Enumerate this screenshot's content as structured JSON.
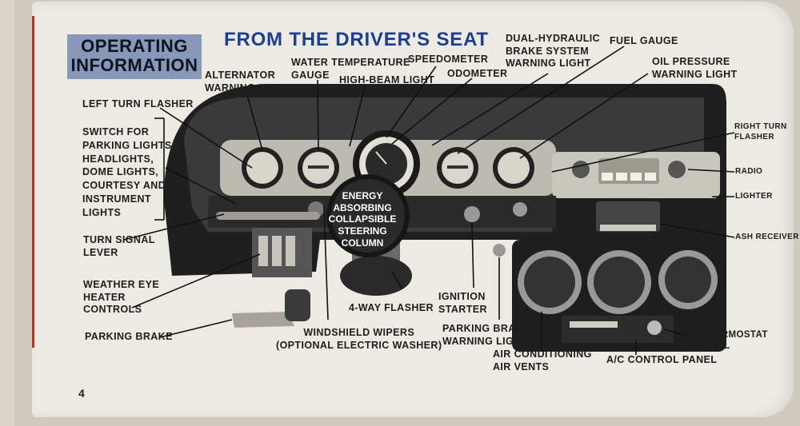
{
  "header": {
    "section_box": "OPERATING\nINFORMATION",
    "title": "FROM THE DRIVER'S SEAT",
    "page_number": "4"
  },
  "dashboard": {
    "steering_label": "ENERGY\nABSORBING\nCOLLAPSIBLE\nSTEERING\nCOLUMN"
  },
  "callouts": {
    "alternator": "ALTERNATOR\nWARNING LIGHT",
    "water_temp": "WATER TEMPERATURE\nGAUGE",
    "high_beam": "HIGH-BEAM LIGHT",
    "speedometer": "SPEEDOMETER",
    "odometer": "ODOMETER",
    "dual_brake": "DUAL-HYDRAULIC\nBRAKE SYSTEM\nWARNING LIGHT",
    "fuel_gauge": "FUEL GAUGE",
    "oil_pressure": "OIL PRESSURE\nWARNING LIGHT",
    "left_turn": "LEFT TURN FLASHER",
    "switch": "SWITCH FOR\nPARKING LIGHTS,\nHEADLIGHTS,\nDOME LIGHTS,\nCOURTESY AND\nINSTRUMENT\nLIGHTS",
    "turn_signal": "TURN SIGNAL\nLEVER",
    "weather_eye": "WEATHER EYE\nHEATER\nCONTROLS",
    "parking_brake": "PARKING BRAKE",
    "wipers": "WINDSHIELD WIPERS\n(OPTIONAL ELECTRIC WASHER)",
    "four_way": "4-WAY FLASHER",
    "ignition": "IGNITION\nSTARTER",
    "pb_warning": "PARKING BRAKE\nWARNING LIGHT",
    "ac_vents": "AIR CONDITIONING\nAIR VENTS",
    "ac_panel": "A/C CONTROL PANEL",
    "ac_thermo": "A/C THERMOSTAT CONTROL",
    "right_turn": "RIGHT TURN\nFLASHER",
    "radio": "RADIO",
    "lighter": "LIGHTER",
    "ash": "ASH RECEIVER"
  }
}
